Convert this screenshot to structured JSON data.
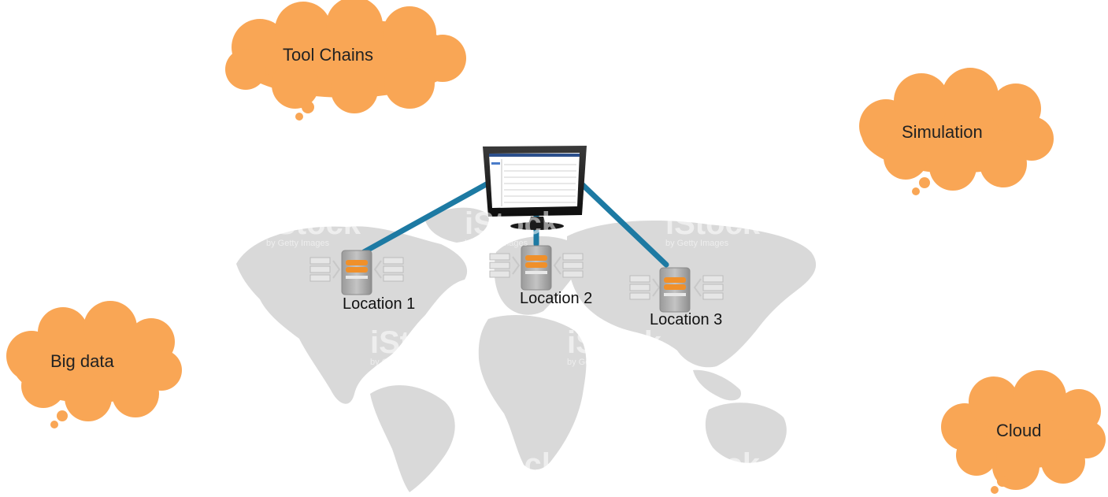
{
  "bubbles": {
    "tool_chains": "Tool Chains",
    "simulation": "Simulation",
    "big_data": "Big data",
    "cloud": "Cloud"
  },
  "locations": [
    "Location 1",
    "Location 2",
    "Location 3"
  ],
  "watermark": {
    "brand": "iStock",
    "byline": "by Getty Images"
  },
  "colors": {
    "bubble": "#f9a655",
    "connector": "#1d7aa3",
    "map": "#d9d9d9",
    "server": "#a9a9a9",
    "db_accent": "#f0902a"
  }
}
